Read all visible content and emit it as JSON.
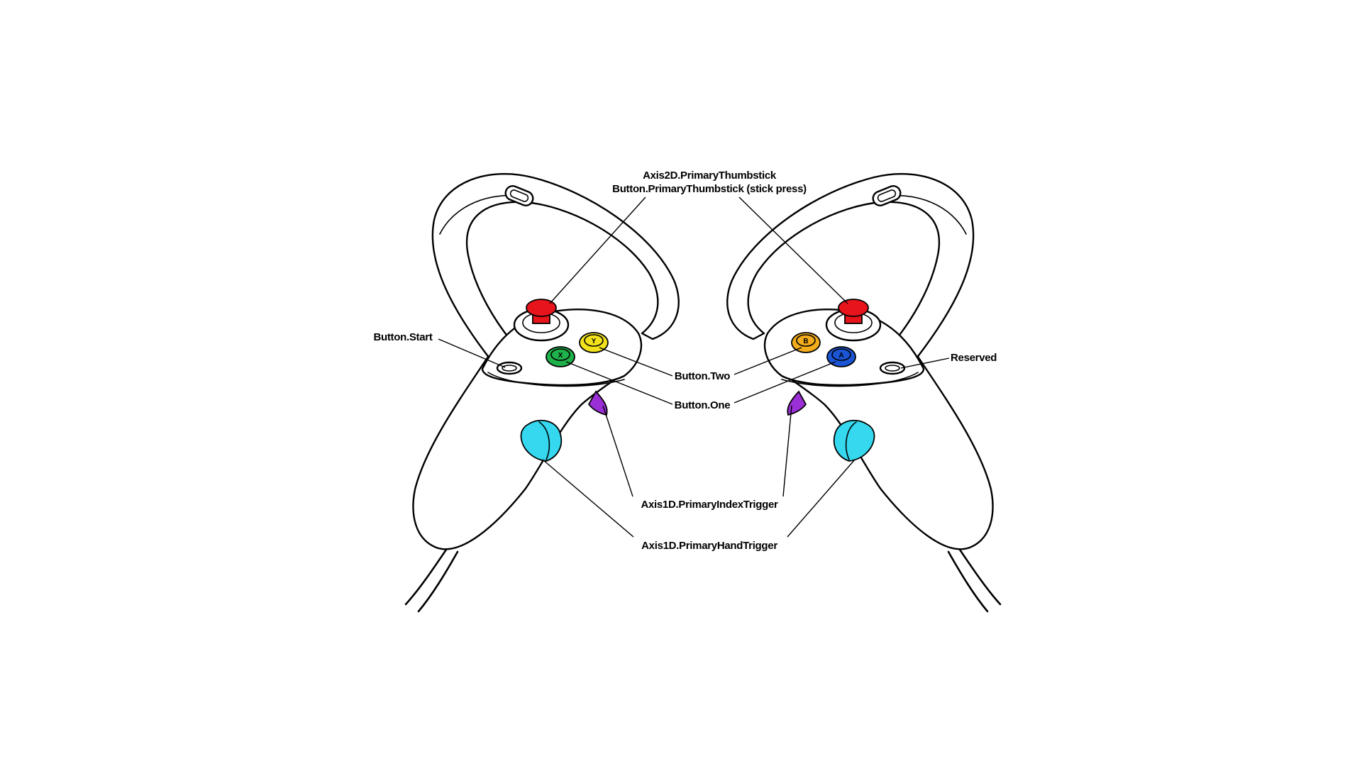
{
  "labels": {
    "thumbstick_axis": "Axis2D.PrimaryThumbstick",
    "thumbstick_press": "Button.PrimaryThumbstick (stick press)",
    "button_start": "Button.Start",
    "button_two": "Button.Two",
    "button_one": "Button.One",
    "reserved": "Reserved",
    "index_trigger": "Axis1D.PrimaryIndexTrigger",
    "hand_trigger": "Axis1D.PrimaryHandTrigger"
  },
  "controllers": {
    "left": {
      "thumbstick_color": "#e8141b",
      "button_x_color": "#1fb24a",
      "button_x_letter": "X",
      "button_y_color": "#f2e21c",
      "button_y_letter": "Y",
      "index_trigger_color": "#9b2fd6",
      "hand_trigger_color": "#35d8ee"
    },
    "right": {
      "thumbstick_color": "#e8141b",
      "button_a_color": "#1a55d6",
      "button_a_letter": "A",
      "button_b_color": "#f2ac1c",
      "button_b_letter": "B",
      "index_trigger_color": "#9b2fd6",
      "hand_trigger_color": "#35d8ee"
    }
  },
  "colors": {
    "outline": "#000000",
    "background": "#ffffff"
  }
}
